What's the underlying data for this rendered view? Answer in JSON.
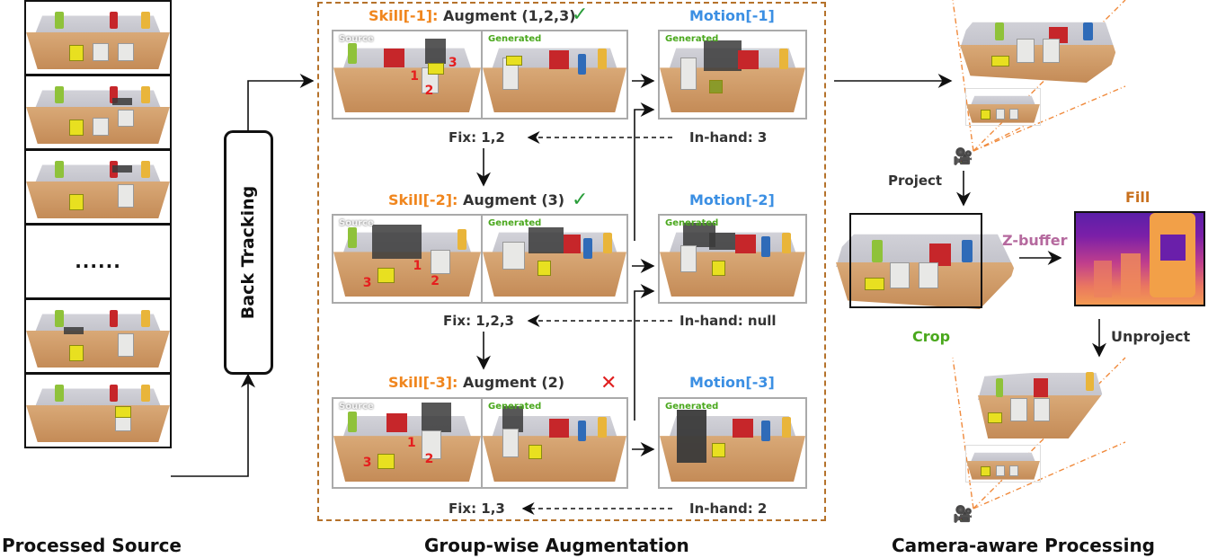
{
  "sections": {
    "processed_source": {
      "caption": "Processed Source",
      "frames": [
        {
          "id": 1,
          "type": "image"
        },
        {
          "id": 2,
          "type": "image"
        },
        {
          "id": 3,
          "type": "image"
        },
        {
          "id": 4,
          "type": "ellipsis",
          "text": "......"
        },
        {
          "id": 5,
          "type": "image"
        },
        {
          "id": 6,
          "type": "image"
        }
      ]
    },
    "back_tracking": {
      "label": "Back Tracking"
    },
    "group_wise_augmentation": {
      "caption": "Group-wise Augmentation",
      "rows": [
        {
          "skill_label": "Skill[-1]:",
          "augment_label": "Augment (1,2,3)",
          "status": "success",
          "status_glyph": "✓",
          "motion_label": "Motion[-1]",
          "source_tag": "Source",
          "generated_tag": "Generated",
          "motion_tag": "Generated",
          "object_numbers": [
            "1",
            "2",
            "3"
          ],
          "fix_label": "Fix: 1,2",
          "in_hand_label": "In-hand: 3"
        },
        {
          "skill_label": "Skill[-2]:",
          "augment_label": "Augment (3)",
          "status": "success",
          "status_glyph": "✓",
          "motion_label": "Motion[-2]",
          "source_tag": "Source",
          "generated_tag": "Generated",
          "motion_tag": "Generated",
          "object_numbers": [
            "1",
            "2",
            "3"
          ],
          "fix_label": "Fix: 1,2,3",
          "in_hand_label": "In-hand: null"
        },
        {
          "skill_label": "Skill[-3]:",
          "augment_label": "Augment (2)",
          "status": "failure",
          "status_glyph": "✕",
          "motion_label": "Motion[-3]",
          "source_tag": "Source",
          "generated_tag": "Generated",
          "motion_tag": "Generated",
          "object_numbers": [
            "1",
            "2",
            "3"
          ],
          "fix_label": "Fix: 1,3",
          "in_hand_label": "In-hand: 2"
        }
      ]
    },
    "camera_aware_processing": {
      "caption": "Camera-aware Processing",
      "steps": {
        "project": "Project",
        "z_buffer": "Z-buffer",
        "fill": "Fill",
        "crop": "Crop",
        "unproject": "Unproject"
      },
      "camera_icon": "🎥"
    }
  },
  "colors": {
    "skill": "#f0861e",
    "motion": "#3b8fe3",
    "check": "#2a9d3a",
    "cross": "#e02020",
    "z_buffer": "#b5699e",
    "fill": "#c8701e",
    "crop": "#4aa81d",
    "group_frame": "#b5722b",
    "frustum": "#f08a3c"
  }
}
